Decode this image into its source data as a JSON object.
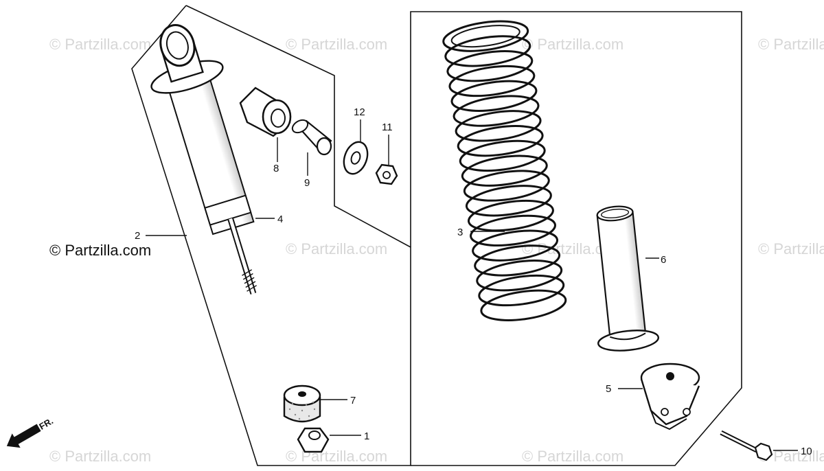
{
  "watermark": "© Partzilla.com",
  "copyright": "© Partzilla.com",
  "direction_label": "FR.",
  "parts": {
    "p1": "1",
    "p2": "2",
    "p3": "3",
    "p4": "4",
    "p5": "5",
    "p6": "6",
    "p7": "7",
    "p8": "8",
    "p9": "9",
    "p10": "10",
    "p11": "11",
    "p12": "12"
  },
  "icons": {
    "direction_arrow": "front-arrow-icon"
  },
  "colors": {
    "line": "#111111",
    "watermark": "#d6d6d6",
    "background": "#ffffff"
  }
}
